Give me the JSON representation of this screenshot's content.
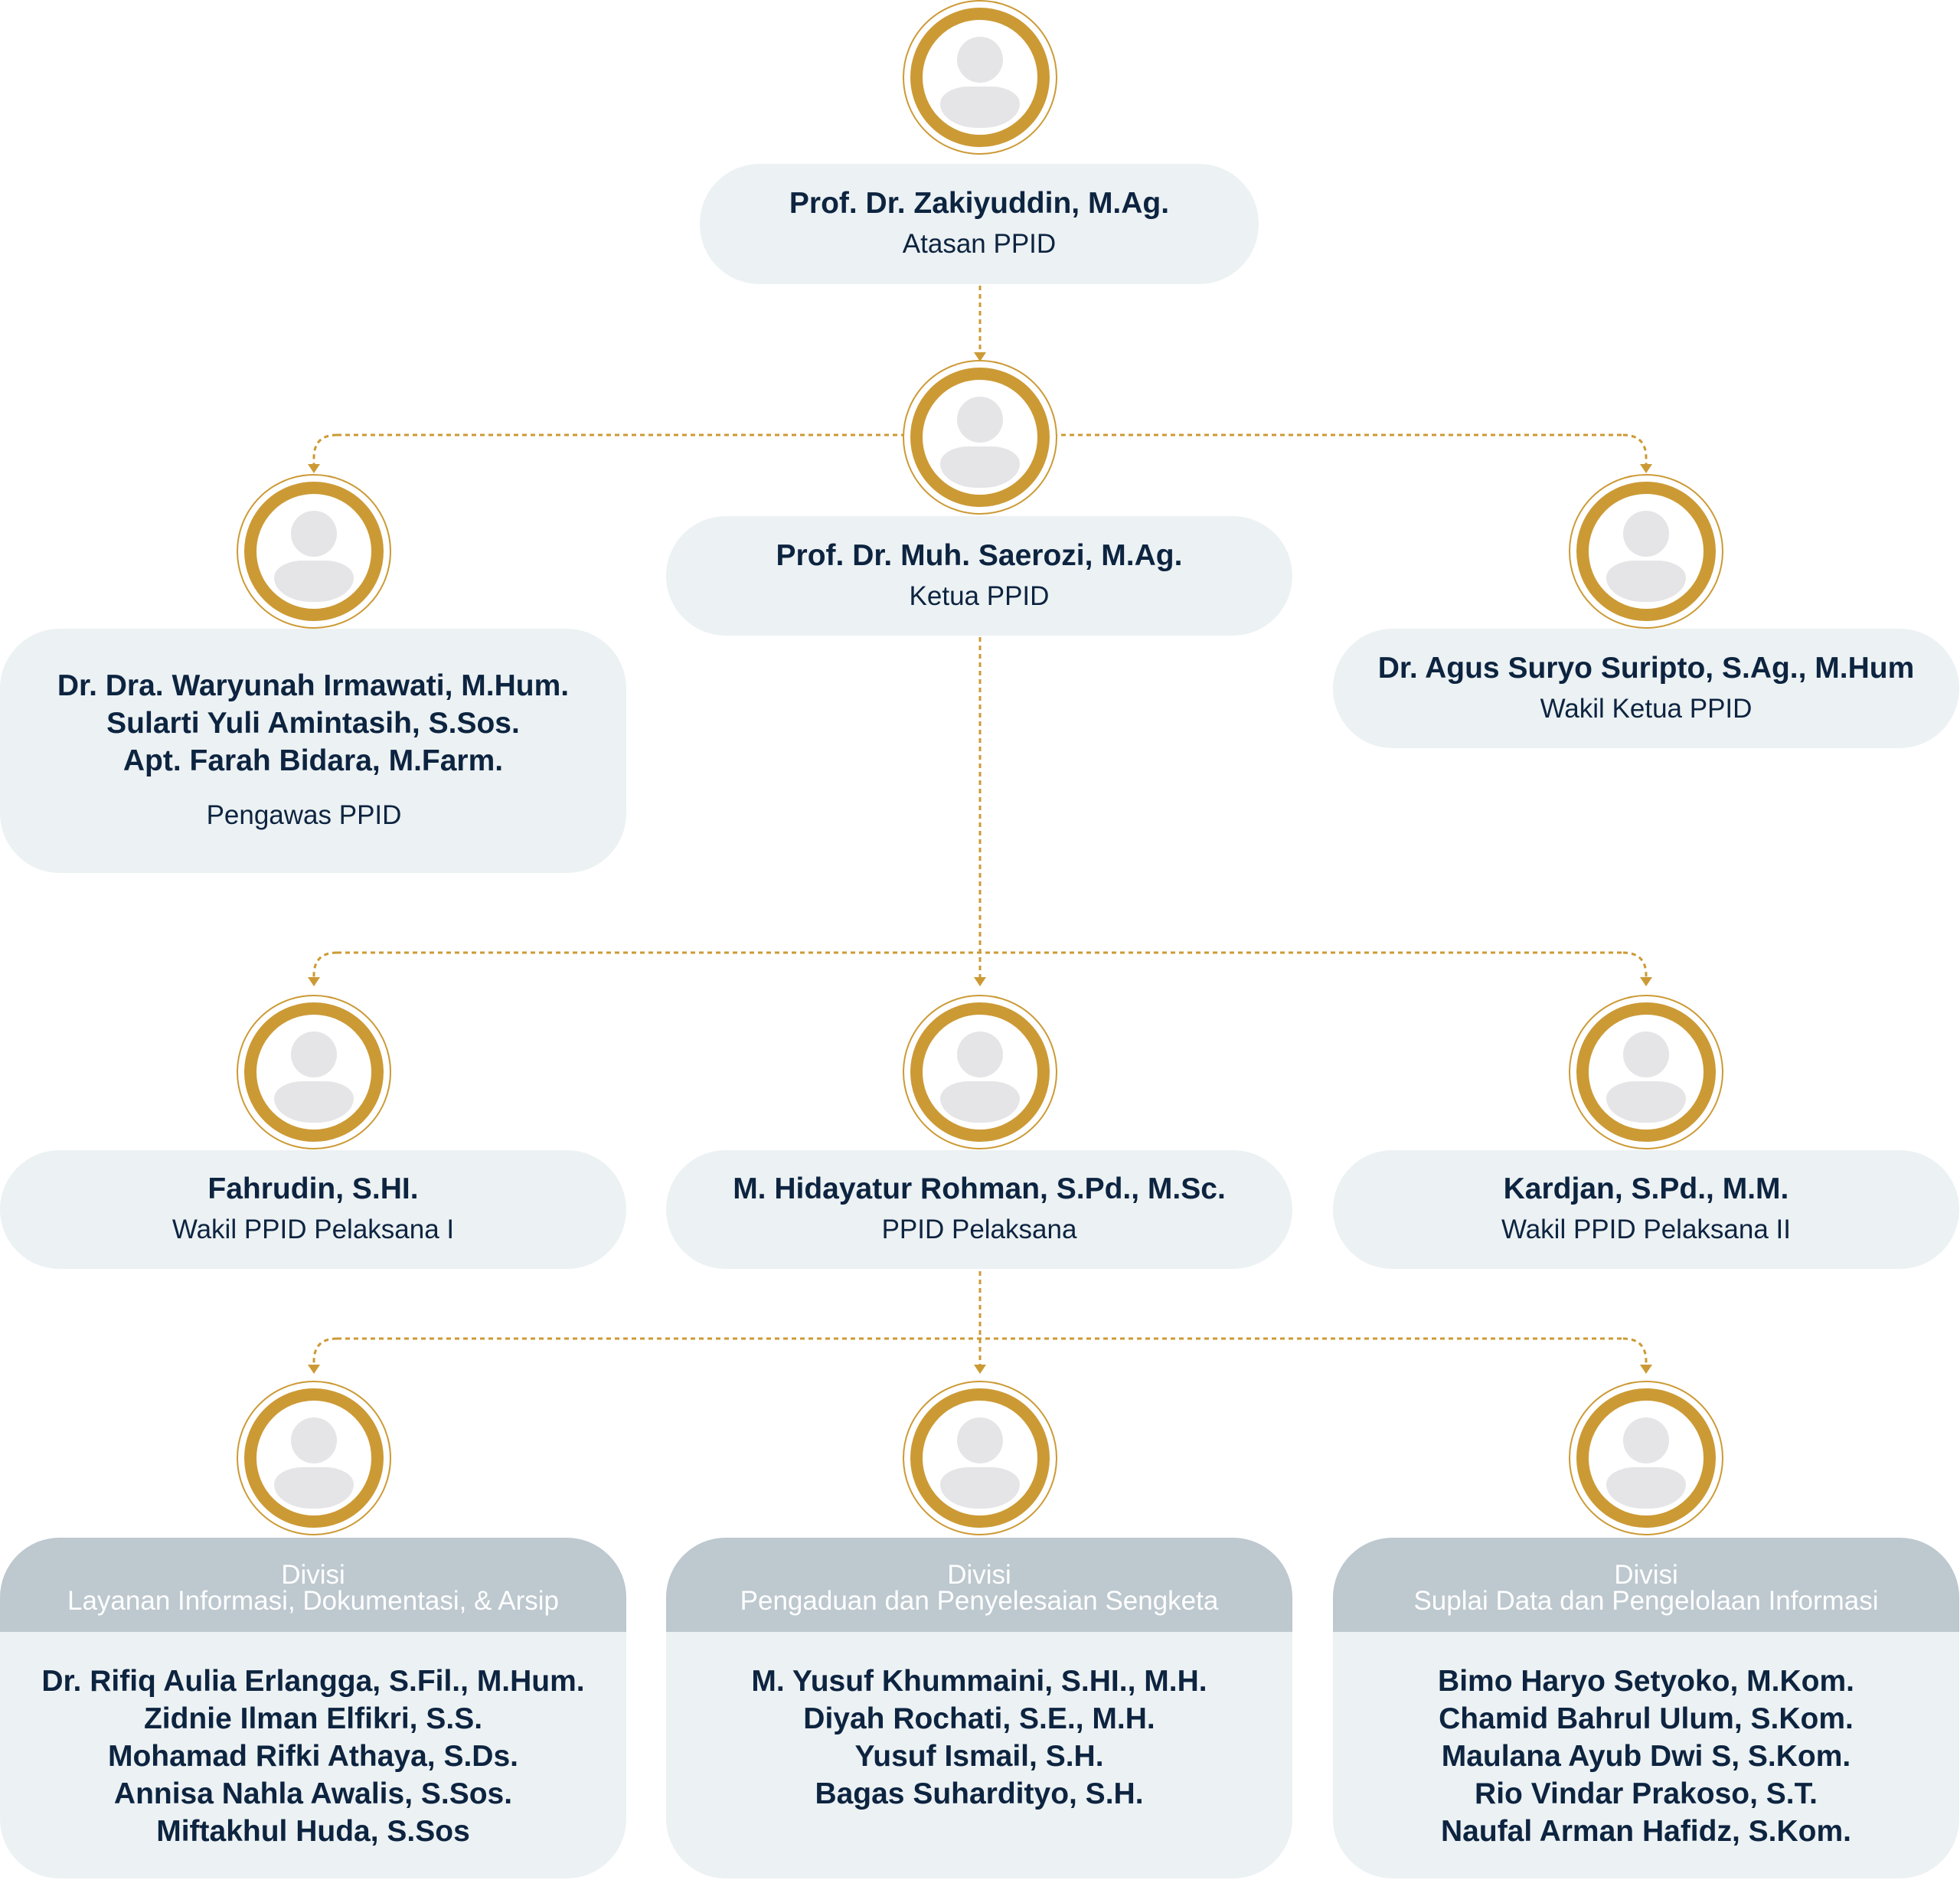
{
  "colors": {
    "accent": "#cc9a35",
    "box": "#ecf1f3",
    "header": "#bdc8cf",
    "text": "#0d2440"
  },
  "nodes": {
    "atasan": {
      "name": "Prof. Dr. Zakiyuddin, M.Ag.",
      "role": "Atasan PPID"
    },
    "ketua": {
      "name": "Prof. Dr. Muh. Saerozi, M.Ag.",
      "role": "Ketua PPID"
    },
    "pengawas": {
      "names": [
        "Dr. Dra. Waryunah Irmawati, M.Hum.",
        "Sularti Yuli Amintasih, S.Sos.",
        "Apt. Farah Bidara, M.Farm."
      ],
      "role": "Pengawas PPID"
    },
    "wakil_ketua": {
      "name": "Dr. Agus Suryo Suripto, S.Ag., M.Hum",
      "role": "Wakil Ketua PPID"
    },
    "wakil1": {
      "name": "Fahrudin, S.HI.",
      "role": "Wakil PPID Pelaksana I"
    },
    "pelaksana": {
      "name": "M. Hidayatur Rohman, S.Pd., M.Sc.",
      "role": "PPID Pelaksana"
    },
    "wakil2": {
      "name": "Kardjan, S.Pd., M.M.",
      "role": "Wakil PPID Pelaksana II"
    }
  },
  "divisions": [
    {
      "label": "Divisi",
      "title": "Layanan Informasi, Dokumentasi, & Arsip",
      "members": [
        "Dr. Rifiq Aulia Erlangga, S.Fil., M.Hum.",
        "Zidnie Ilman Elfikri, S.S.",
        "Mohamad Rifki Athaya, S.Ds.",
        "Annisa Nahla Awalis, S.Sos.",
        "Miftakhul Huda, S.Sos"
      ]
    },
    {
      "label": "Divisi",
      "title": "Pengaduan dan Penyelesaian Sengketa",
      "members": [
        "M. Yusuf Khummaini, S.HI., M.H.",
        "Diyah Rochati, S.E., M.H.",
        "Yusuf Ismail, S.H.",
        "Bagas Suhardityo, S.H."
      ]
    },
    {
      "label": "Divisi",
      "title": "Suplai Data dan Pengelolaan Informasi",
      "members": [
        "Bimo Haryo Setyoko, M.Kom.",
        "Chamid Bahrul Ulum, S.Kom.",
        "Maulana Ayub Dwi S, S.Kom.",
        "Rio Vindar Prakoso, S.T.",
        "Naufal Arman Hafidz, S.Kom."
      ]
    }
  ]
}
